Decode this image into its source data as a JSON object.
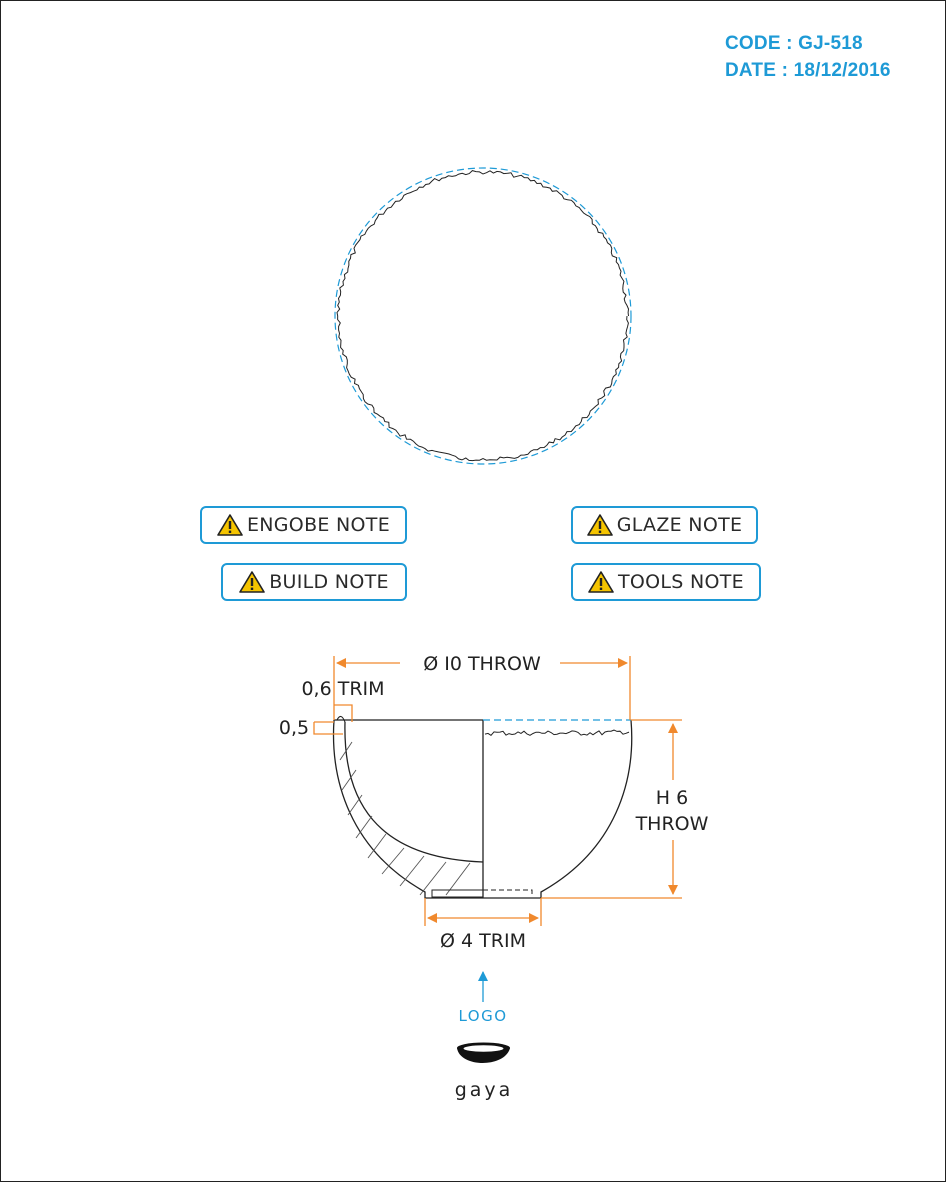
{
  "header": {
    "code": "CODE : GJ-518",
    "date": "DATE : 18/12/2016"
  },
  "notes": [
    {
      "label": "ENGOBE NOTE",
      "icon": "warning-icon"
    },
    {
      "label": "GLAZE NOTE",
      "icon": "warning-icon"
    },
    {
      "label": "BUILD NOTE",
      "icon": "warning-icon"
    },
    {
      "label": "TOOLS NOTE",
      "icon": "warning-icon"
    }
  ],
  "dimensions": {
    "diameter_throw": "Ø I0 THROW",
    "rim_trim": "0,6 TRIM",
    "rim_offset": "0,5",
    "height_line1": "H 6",
    "height_line2": "THROW",
    "foot_trim": "Ø 4 TRIM"
  },
  "logo_marker": "LOGO",
  "brand": "gaya",
  "colors": {
    "accent": "#1e9ad6",
    "dimension": "#f0892d",
    "line": "#222222",
    "warning": "#f5c400"
  }
}
